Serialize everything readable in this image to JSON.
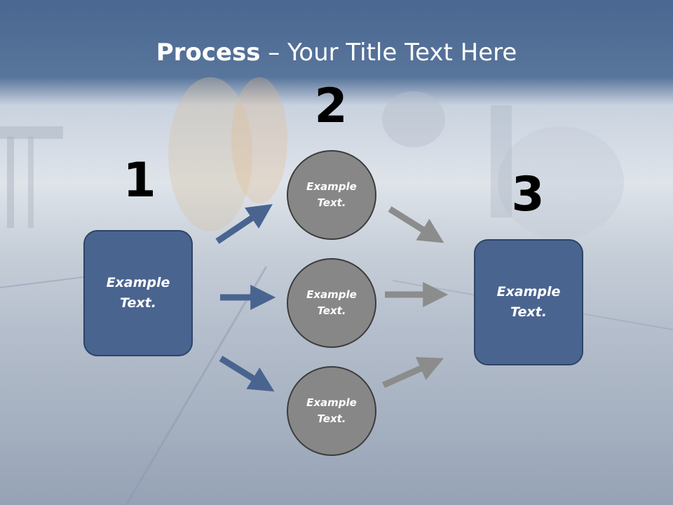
{
  "slide": {
    "title_bold": "Process",
    "title_rest": " – Your Title Text Here"
  },
  "steps": {
    "one": "1",
    "two": "2",
    "three": "3"
  },
  "boxes": {
    "left": "Example Text.",
    "right": "Example Text."
  },
  "circles": [
    "Example Text.",
    "Example Text.",
    "Example Text."
  ],
  "colors": {
    "header": "#4a6791",
    "box_fill": "#4a6490",
    "circle_fill": "#878787",
    "arrow_blue": "#4a6490",
    "arrow_gray": "#8c8c8c"
  }
}
